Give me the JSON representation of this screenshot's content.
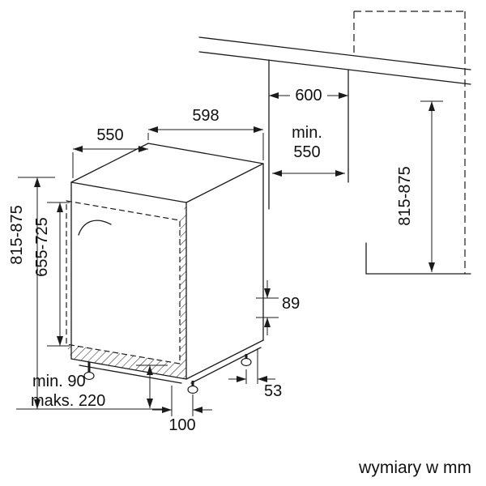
{
  "colors": {
    "background": "#ffffff",
    "line": "#1b1b1b",
    "text": "#101010"
  },
  "footer": {
    "units_note": "wymiary w mm"
  },
  "dimensions": {
    "appliance_depth": "550",
    "appliance_width": "598",
    "niche_width": "600",
    "niche_depth_line1": "min.",
    "niche_depth_line2": "550",
    "appliance_height": "815-875",
    "furniture_panel_height": "655-725",
    "niche_height": "815-875",
    "rear_base_height": "89",
    "rear_foot_offset": "53",
    "plinth_line1": "min. 90",
    "plinth_line2": "maks. 220",
    "front_foot_offset": "100"
  }
}
